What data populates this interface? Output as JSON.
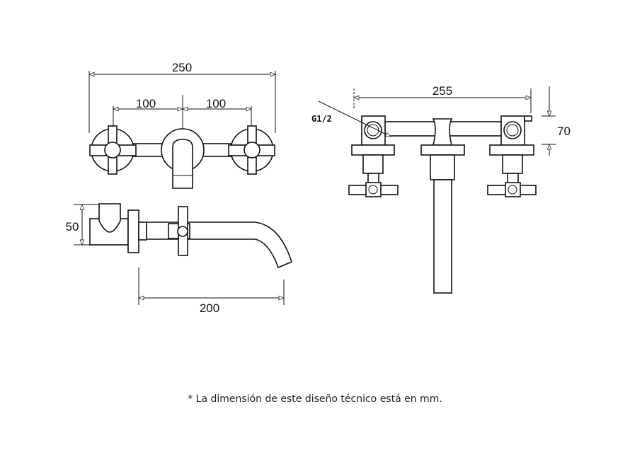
{
  "drawing": {
    "front_view": {
      "overall_width": "250",
      "left_spacing": "100",
      "right_spacing": "100"
    },
    "side_view": {
      "height": "50",
      "projection": "200"
    },
    "top_view": {
      "overall_width": "255",
      "depth": "70",
      "thread_label": "G1/2"
    }
  },
  "footnote": "* La dimensión de este diseño técnico está en mm."
}
